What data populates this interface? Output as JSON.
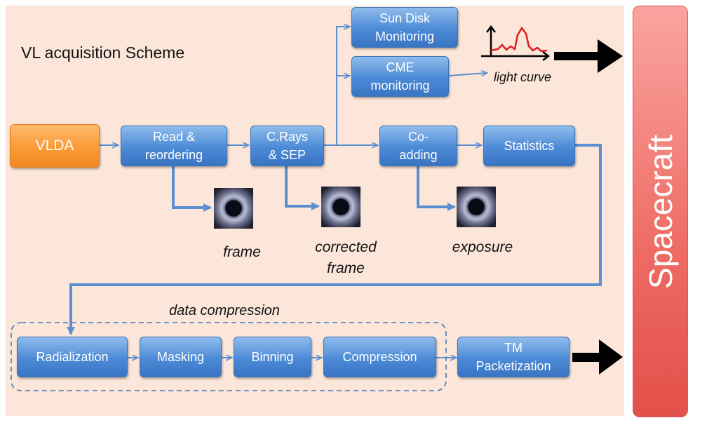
{
  "title": "VL acquisition Scheme",
  "nodes": {
    "vlda": "VLDA",
    "read": "Read &\nreordering",
    "crays": "C.Rays\n& SEP",
    "coadding": "Co-\nadding",
    "statistics": "Statistics",
    "sun_disk": "Sun Disk\nMonitoring",
    "cme": "CME\nmonitoring",
    "radialization": "Radialization",
    "masking": "Masking",
    "binning": "Binning",
    "compression": "Compression",
    "tm": "TM\nPacketization",
    "spacecraft": "Spacecraft"
  },
  "captions": {
    "frame": "frame",
    "corrected": "corrected\nframe",
    "exposure": "exposure",
    "light_curve": "light curve",
    "data_compression": "data compression"
  },
  "colors": {
    "box_blue": "#4c8ad6",
    "vlda_orange": "#fb9a35",
    "spacecraft_red": "#e25049",
    "background": "#fbe6d9",
    "connector": "#5b8fd0"
  }
}
